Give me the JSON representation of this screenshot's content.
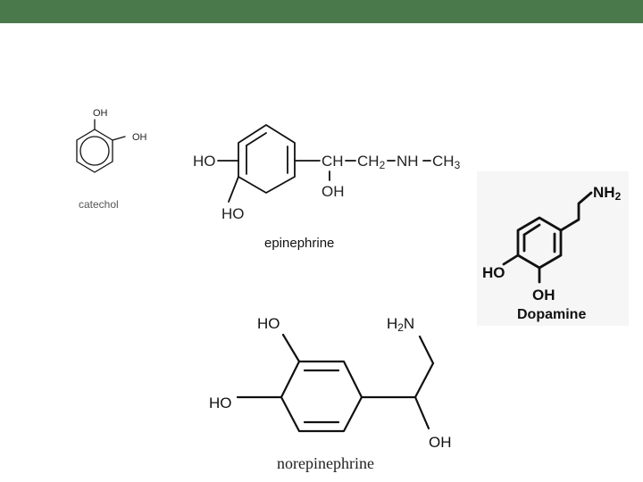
{
  "theme": {
    "top_bar_color": "#4a7a4c"
  },
  "catechol": {
    "oh_top": "OH",
    "oh_right": "OH",
    "caption": "catechol"
  },
  "epinephrine": {
    "ho_ring": "HO",
    "ho_bottom": "HO",
    "ch": "CH",
    "ch2_main": "CH",
    "ch2_sub": "2",
    "nh": "NH",
    "ch3_main": "CH",
    "ch3_sub": "3",
    "oh_side": "OH",
    "caption": "epinephrine"
  },
  "dopamine": {
    "nh2_main": "NH",
    "nh2_sub": "2",
    "ho_left": "HO",
    "oh_bottom": "OH",
    "caption": "Dopamine"
  },
  "norepinephrine": {
    "ho_top": "HO",
    "ho_left": "HO",
    "h2n_main": "H",
    "h2n_sub": "2",
    "h2n_end": "N",
    "oh_side": "OH",
    "caption": "norepinephrine"
  }
}
